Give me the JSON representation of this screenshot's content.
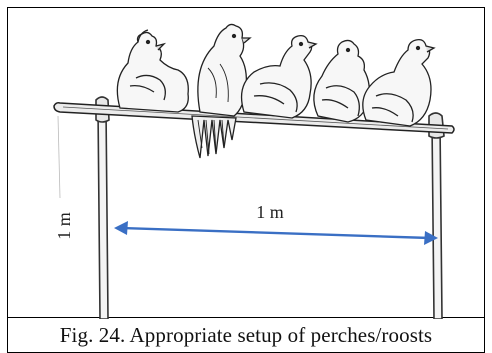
{
  "figure": {
    "caption": "Fig. 24. Appropriate setup of perches/roosts",
    "vertical_label": "1 m",
    "horizontal_label": "1 m",
    "arrow_color": "#3a6fc4"
  }
}
